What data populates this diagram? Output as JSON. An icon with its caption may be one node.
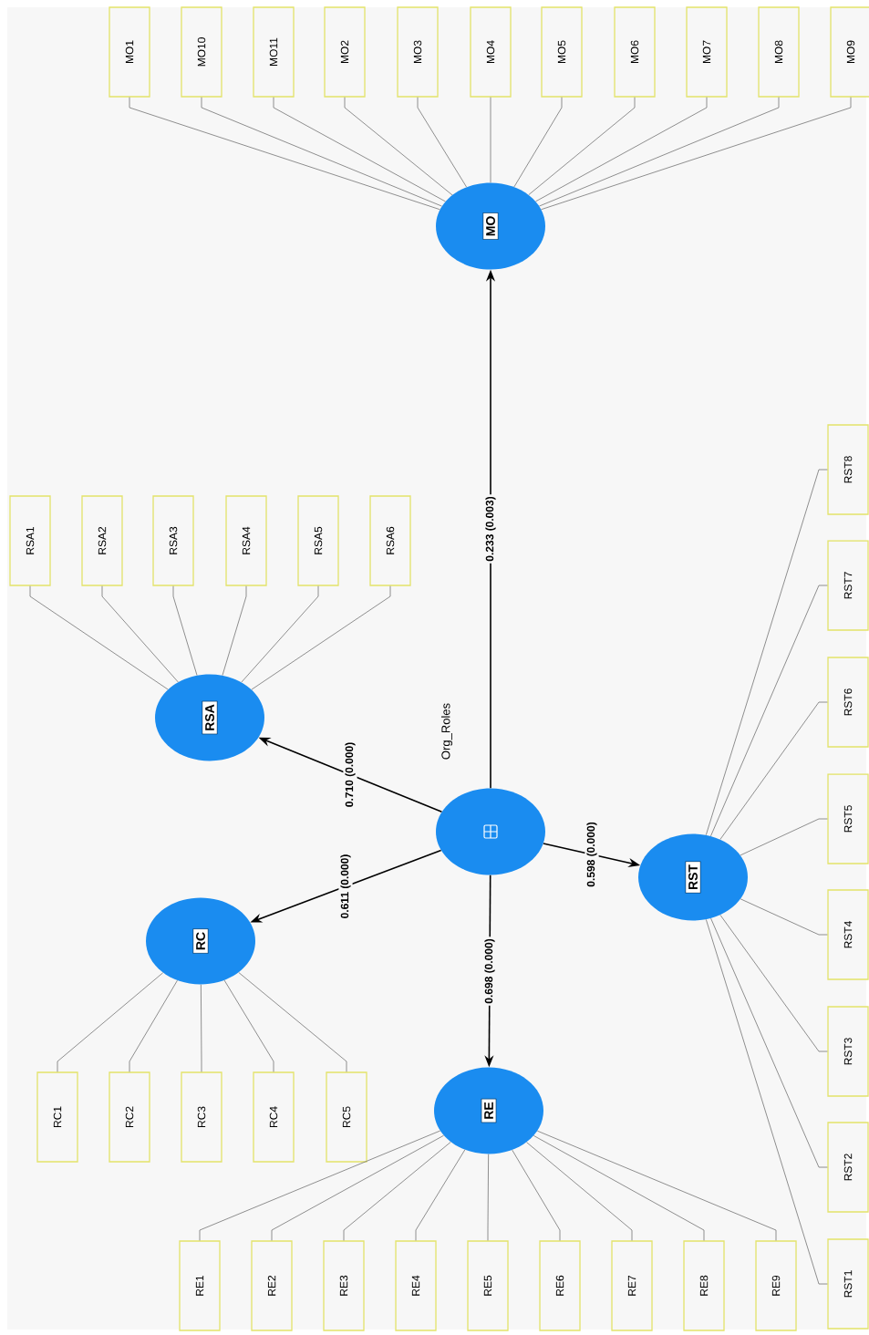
{
  "diagram": {
    "nodes": [
      {
        "text": [
          "Org_Roles"
        ]
      },
      {
        "text": [
          "MO"
        ]
      },
      {
        "text": [
          "RSA"
        ]
      },
      {
        "text": [
          "RC"
        ]
      },
      {
        "text": [
          "RE"
        ]
      },
      {
        "text": [
          "RST"
        ]
      },
      {
        "text": [
          "MO1"
        ]
      },
      {
        "text": [
          "MO10"
        ]
      },
      {
        "text": [
          "MO11"
        ]
      },
      {
        "text": [
          "MO2"
        ]
      },
      {
        "text": [
          "MO3"
        ]
      },
      {
        "text": [
          "MO4"
        ]
      },
      {
        "text": [
          "MO5"
        ]
      },
      {
        "text": [
          "MO6"
        ]
      },
      {
        "text": [
          "MO7"
        ]
      },
      {
        "text": [
          "MO8"
        ]
      },
      {
        "text": [
          "MO9"
        ]
      },
      {
        "text": [
          "RSA1"
        ]
      },
      {
        "text": [
          "RSA2"
        ]
      },
      {
        "text": [
          "RSA3"
        ]
      },
      {
        "text": [
          "RSA4"
        ]
      },
      {
        "text": [
          "RSA5"
        ]
      },
      {
        "text": [
          "RSA6"
        ]
      },
      {
        "text": [
          "RC1"
        ]
      },
      {
        "text": [
          "RC2"
        ]
      },
      {
        "text": [
          "RC3"
        ]
      },
      {
        "text": [
          "RC4"
        ]
      },
      {
        "text": [
          "RC5"
        ]
      },
      {
        "text": [
          "RE1"
        ]
      },
      {
        "text": [
          "RE2"
        ]
      },
      {
        "text": [
          "RE3"
        ]
      },
      {
        "text": [
          "RE4"
        ]
      },
      {
        "text": [
          "RE5"
        ]
      },
      {
        "text": [
          "RE6"
        ]
      },
      {
        "text": [
          "RE7"
        ]
      },
      {
        "text": [
          "RE8"
        ]
      },
      {
        "text": [
          "RE9"
        ]
      },
      {
        "text": [
          "RST8"
        ]
      },
      {
        "text": [
          "RST7"
        ]
      },
      {
        "text": [
          "RST6"
        ]
      },
      {
        "text": [
          "RST5"
        ]
      },
      {
        "text": [
          "RST4"
        ]
      },
      {
        "text": [
          "RST3"
        ]
      },
      {
        "text": [
          "RST2"
        ]
      },
      {
        "text": [
          "RST1"
        ]
      }
    ],
    "edges": [
      {
        "from": 0,
        "to": 1,
        "arrow": "to",
        "label": "0.233 (0.003)",
        "color": "#000000"
      },
      {
        "from": 0,
        "to": 2,
        "arrow": "to",
        "label": "0.710 (0.000)",
        "color": "#000000"
      },
      {
        "from": 0,
        "to": 3,
        "arrow": "to",
        "label": "0.611 (0.000)",
        "color": "#000000"
      },
      {
        "from": 0,
        "to": 5,
        "arrow": "to",
        "label": "0.598 (0.000)",
        "color": "#000000"
      },
      {
        "from": 0,
        "to": 4,
        "arrow": "to",
        "label": "0.698 (0.000)",
        "color": "#000000"
      },
      {
        "from": 1,
        "to": 6,
        "arrow": "none"
      },
      {
        "from": 1,
        "to": 7,
        "arrow": "none"
      },
      {
        "from": 1,
        "to": 8,
        "arrow": "none"
      },
      {
        "from": 1,
        "to": 9,
        "arrow": "none"
      },
      {
        "from": 1,
        "to": 10,
        "arrow": "none"
      },
      {
        "from": 1,
        "to": 11,
        "arrow": "none"
      },
      {
        "from": 1,
        "to": 12,
        "arrow": "none"
      },
      {
        "from": 1,
        "to": 13,
        "arrow": "none"
      },
      {
        "from": 1,
        "to": 14,
        "arrow": "none"
      },
      {
        "from": 1,
        "to": 15,
        "arrow": "none"
      },
      {
        "from": 1,
        "to": 16,
        "arrow": "none"
      },
      {
        "from": 2,
        "to": 17,
        "arrow": "none"
      },
      {
        "from": 2,
        "to": 18,
        "arrow": "none"
      },
      {
        "from": 2,
        "to": 19,
        "arrow": "none"
      },
      {
        "from": 2,
        "to": 20,
        "arrow": "none"
      },
      {
        "from": 2,
        "to": 21,
        "arrow": "none"
      },
      {
        "from": 2,
        "to": 22,
        "arrow": "none"
      },
      {
        "from": 3,
        "to": 23,
        "arrow": "none"
      },
      {
        "from": 3,
        "to": 24,
        "arrow": "none"
      },
      {
        "from": 3,
        "to": 25,
        "arrow": "none"
      },
      {
        "from": 3,
        "to": 26,
        "arrow": "none"
      },
      {
        "from": 3,
        "to": 27,
        "arrow": "none"
      },
      {
        "from": 4,
        "to": 28,
        "arrow": "none"
      },
      {
        "from": 4,
        "to": 29,
        "arrow": "none"
      },
      {
        "from": 4,
        "to": 30,
        "arrow": "none"
      },
      {
        "from": 4,
        "to": 31,
        "arrow": "none"
      },
      {
        "from": 4,
        "to": 32,
        "arrow": "none"
      },
      {
        "from": 4,
        "to": 33,
        "arrow": "none"
      },
      {
        "from": 4,
        "to": 34,
        "arrow": "none"
      },
      {
        "from": 4,
        "to": 35,
        "arrow": "none"
      },
      {
        "from": 4,
        "to": 36,
        "arrow": "none"
      },
      {
        "from": 5,
        "to": 37,
        "arrow": "none"
      },
      {
        "from": 5,
        "to": 38,
        "arrow": "none"
      },
      {
        "from": 5,
        "to": 39,
        "arrow": "none"
      },
      {
        "from": 5,
        "to": 40,
        "arrow": "none"
      },
      {
        "from": 5,
        "to": 41,
        "arrow": "none"
      },
      {
        "from": 5,
        "to": 42,
        "arrow": "none"
      },
      {
        "from": 5,
        "to": 43,
        "arrow": "none"
      },
      {
        "from": 5,
        "to": 44,
        "arrow": "none"
      }
    ]
  }
}
